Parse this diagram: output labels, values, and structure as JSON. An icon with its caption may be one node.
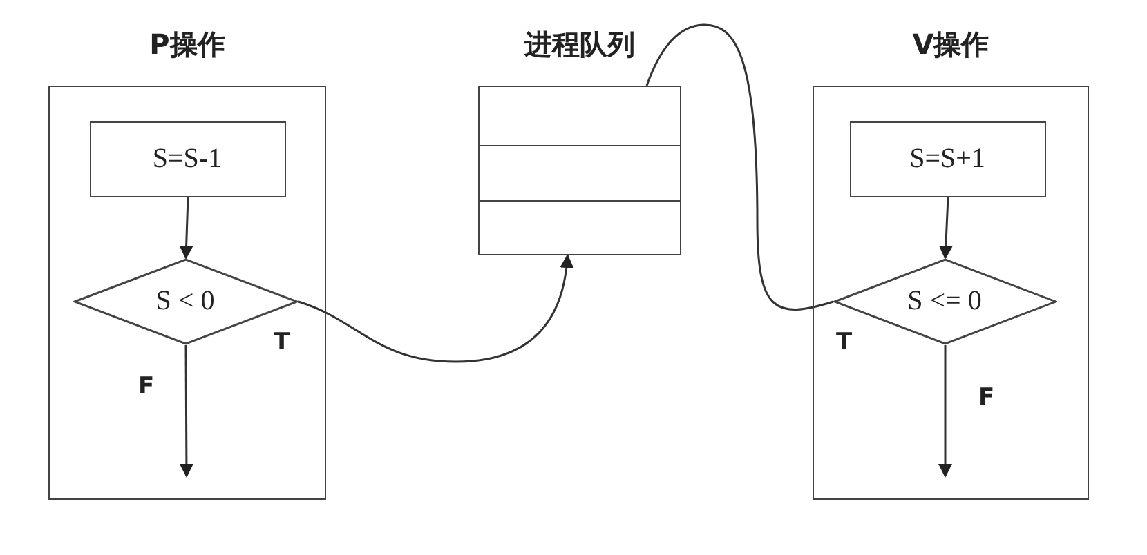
{
  "diagram": {
    "nodes": [
      {
        "text": [
          "P操作"
        ]
      },
      {
        "text": [
          "S=S-1"
        ],
        "in": 0
      },
      {
        "text": [
          "S < 0"
        ],
        "in": 0
      },
      {
        "text": [
          "进程队列"
        ]
      },
      {
        "text": [
          "V操作"
        ]
      },
      {
        "text": [
          "S=S+1"
        ],
        "in": 4
      },
      {
        "text": [
          "S <= 0"
        ],
        "in": 4
      }
    ],
    "edges": [
      {
        "from": 1,
        "to": 2,
        "arrow": "to"
      },
      {
        "from": 2,
        "to": null,
        "arrow": "to",
        "label": "F"
      },
      {
        "from": 2,
        "to": 3,
        "arrow": "to",
        "label": "T"
      },
      {
        "from": 6,
        "to": 3,
        "arrow": "none",
        "label": "T"
      },
      {
        "from": 5,
        "to": 6,
        "arrow": "to"
      },
      {
        "from": 6,
        "to": null,
        "arrow": "to",
        "label": "F"
      }
    ]
  }
}
